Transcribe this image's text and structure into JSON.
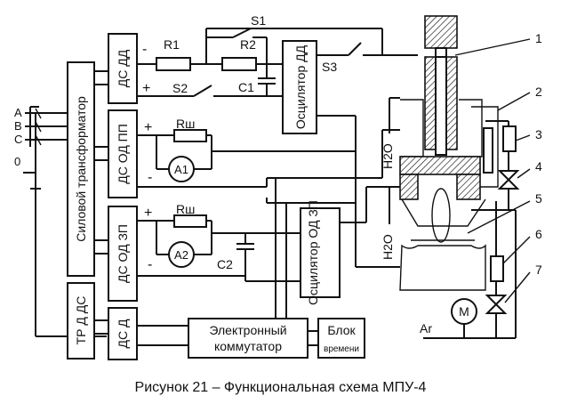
{
  "caption": "Рисунок 21 – Функциональная схема МПУ-4",
  "blocks": {
    "power_transformer": "Силовой трансформатор",
    "tr_d_ds": "ТР Д ДС",
    "ds_dd": "ДС ДД",
    "ds_od_pp": "ДС ОД ПП",
    "ds_od_zp": "ДС ОД ЗП",
    "ds_d": "ДС Д",
    "oscillator_dd": "Осцилятор ДД",
    "oscillator_od_zp": "Осцилятор ОД ЗП",
    "commutator_line1": "Электронный",
    "commutator_line2": "коммутатор",
    "timer_line1": "Блок",
    "timer_line2": "времени"
  },
  "phases": [
    "A",
    "B",
    "C",
    "0"
  ],
  "components": {
    "r1": "R1",
    "r2": "R2",
    "c1": "C1",
    "c2": "C2",
    "s1": "S1",
    "s2": "S2",
    "s3": "S3",
    "rsh_1": "Rш",
    "rsh_2": "Rш",
    "a1": "A1",
    "a2": "A2",
    "motor": "M",
    "gas": "Ar",
    "water_1": "H2O",
    "water_2": "H2O"
  },
  "polarity": {
    "plus": "+",
    "minus": "-"
  },
  "callouts": [
    "1",
    "2",
    "3",
    "4",
    "5",
    "6",
    "7"
  ]
}
